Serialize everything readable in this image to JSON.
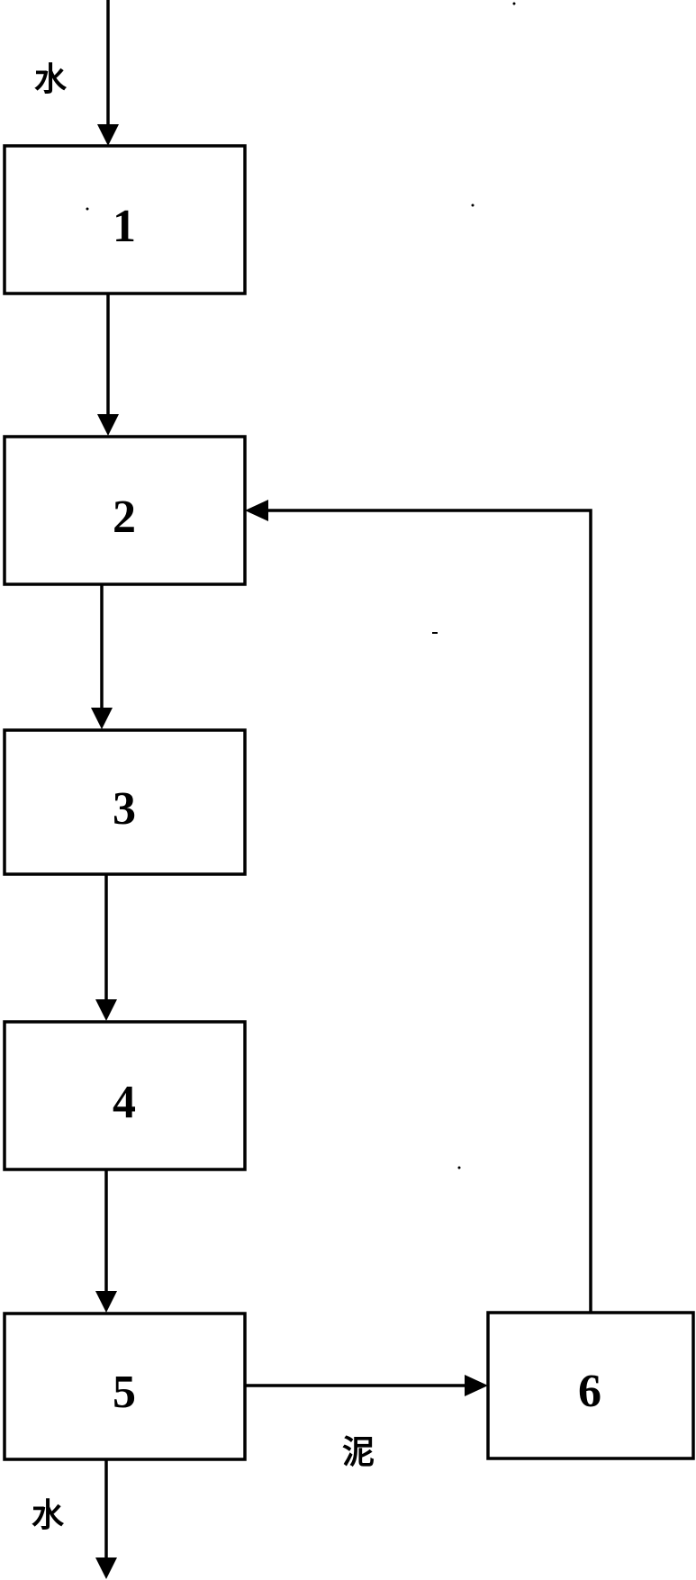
{
  "labels": {
    "water_in": "水",
    "water_out": "水",
    "sludge": "泥"
  },
  "boxes": [
    {
      "id": "1",
      "label": "1"
    },
    {
      "id": "2",
      "label": "2"
    },
    {
      "id": "3",
      "label": "3"
    },
    {
      "id": "4",
      "label": "4"
    },
    {
      "id": "5",
      "label": "5"
    },
    {
      "id": "6",
      "label": "6"
    }
  ],
  "colors": {
    "stroke": "#000000",
    "background": "#ffffff"
  }
}
